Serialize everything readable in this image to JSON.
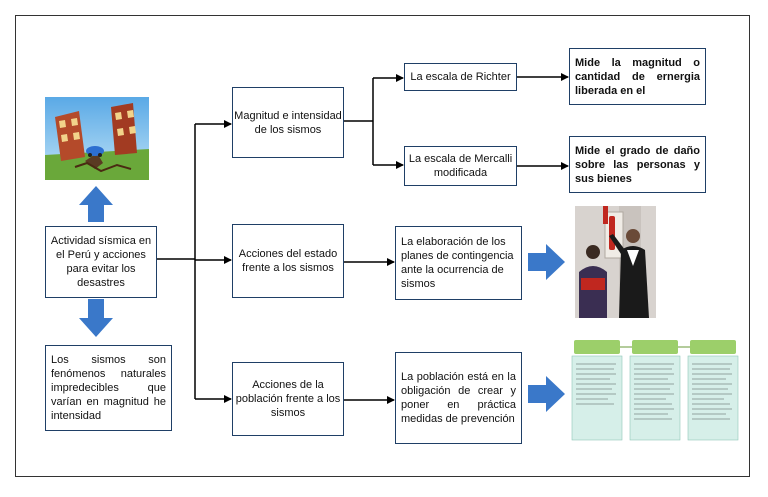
{
  "diagram": {
    "central": "Actividad sísmica en el Perú y acciones para evitar los desastres",
    "description": "Los sismos son fenómenos naturales impredecibles que varían en magnitud he intensidad",
    "branch1": {
      "label": "Magnitud e intensidad de los sismos",
      "richter": "La escala de Richter",
      "richter_desc": "Mide la magnitud o cantidad de ernergia liberada en el",
      "mercalli": "La escala de Mercalli modificada",
      "mercalli_desc": "Mide el grado de daño sobre las personas y sus bienes"
    },
    "branch2": {
      "label": "Acciones del estado frente a los sismos",
      "detail": "La elaboración de los planes de contingencia ante la ocurrencia de sismos"
    },
    "branch3": {
      "label": "Acciones de la población frente a los sismos",
      "detail": "La población está en la obligación de crear y poner en práctica medidas de prevención"
    },
    "colors": {
      "border": "#1f3f66",
      "arrow_blue": "#3a78c9",
      "line": "#000000"
    }
  }
}
